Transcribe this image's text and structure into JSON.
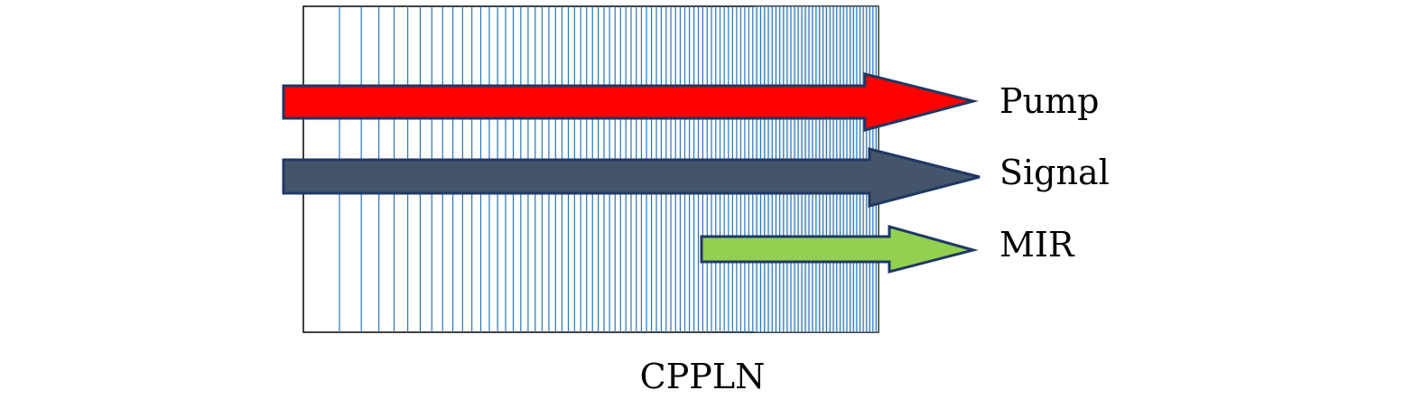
{
  "crystal": {
    "label": "CPPLN",
    "line_color": "#2e75b6",
    "fill_color": "#deebf7"
  },
  "beams": [
    {
      "label": "Pump",
      "fill": "#ff0000"
    },
    {
      "label": "Signal",
      "fill": "#44546a"
    },
    {
      "label": "MIR",
      "fill": "#92d050"
    }
  ],
  "outline_color": "#1f3864"
}
